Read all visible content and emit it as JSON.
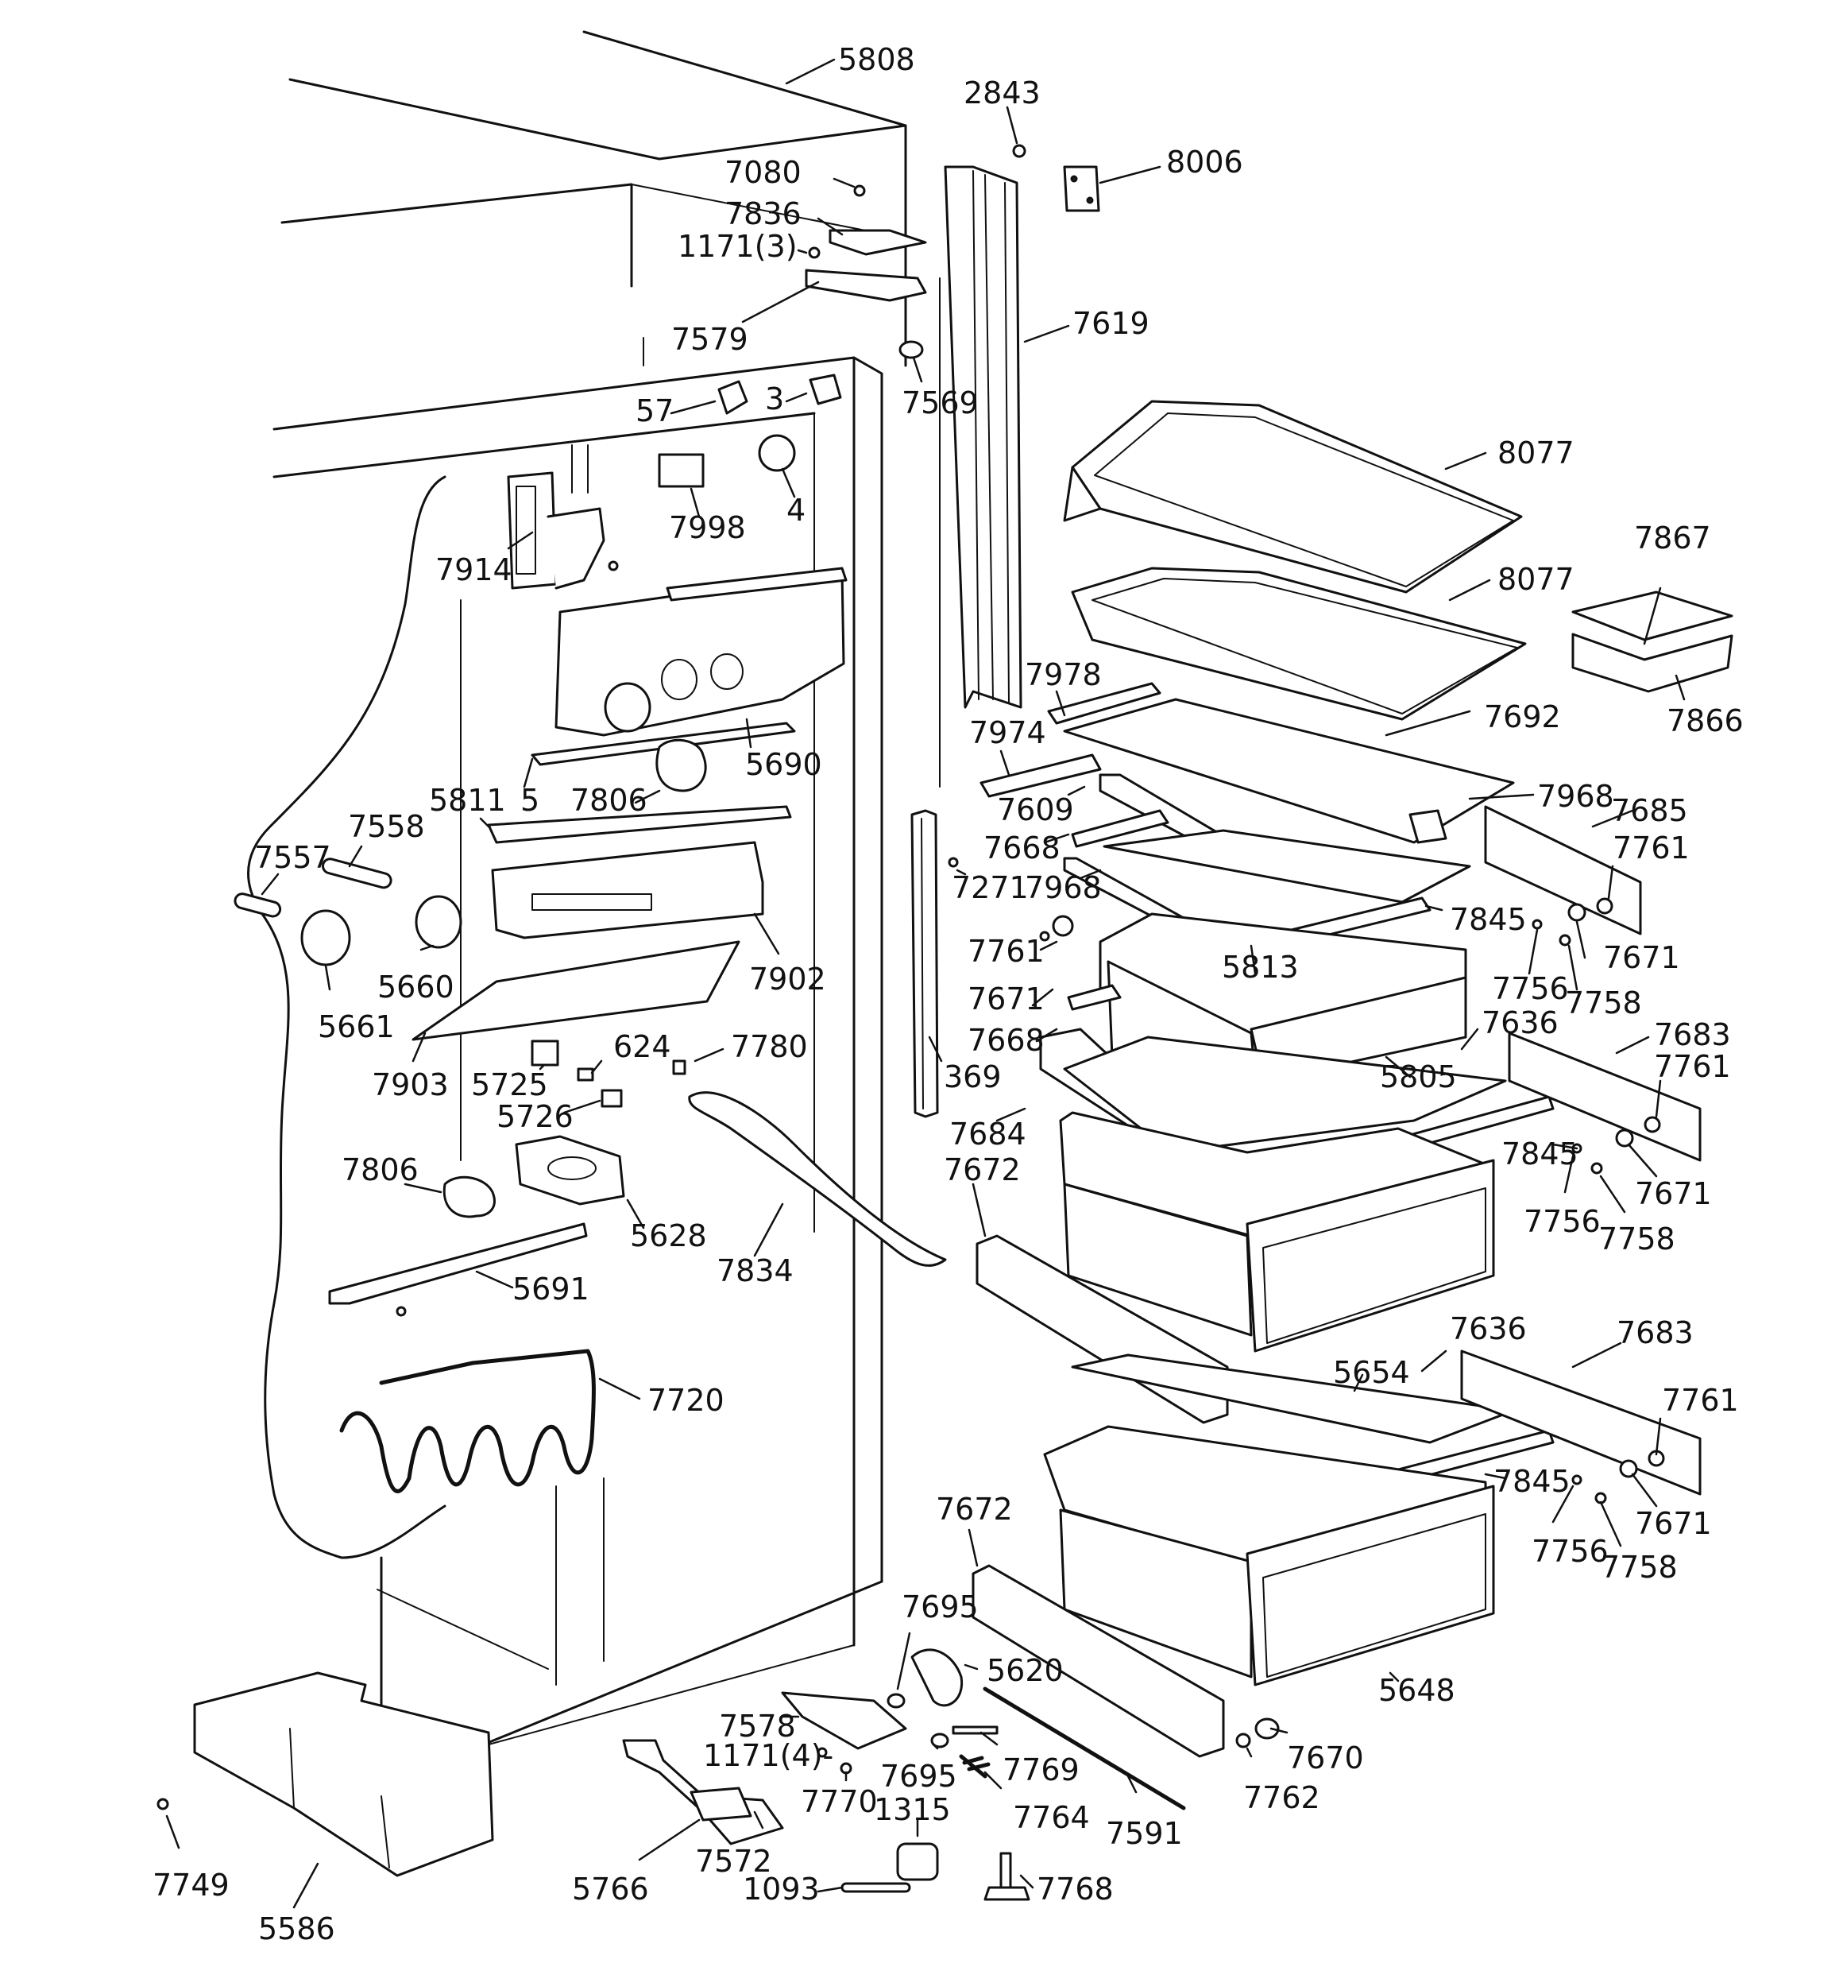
{
  "colors": {
    "line": "#111111",
    "background": "#ffffff"
  },
  "labels": [
    {
      "id": "5808",
      "text": "5808"
    },
    {
      "id": "2843",
      "text": "2843"
    },
    {
      "id": "8006",
      "text": "8006"
    },
    {
      "id": "7080",
      "text": "7080"
    },
    {
      "id": "7836",
      "text": "7836"
    },
    {
      "id": "1171-3",
      "text": "1171(3)"
    },
    {
      "id": "7579",
      "text": "7579"
    },
    {
      "id": "7619",
      "text": "7619"
    },
    {
      "id": "7569",
      "text": "7569"
    },
    {
      "id": "57",
      "text": "57"
    },
    {
      "id": "3",
      "text": "3"
    },
    {
      "id": "8077-a",
      "text": "8077"
    },
    {
      "id": "7998",
      "text": "7998"
    },
    {
      "id": "4",
      "text": "4"
    },
    {
      "id": "7914",
      "text": "7914"
    },
    {
      "id": "8077-b",
      "text": "8077"
    },
    {
      "id": "7867",
      "text": "7867"
    },
    {
      "id": "7866",
      "text": "7866"
    },
    {
      "id": "7978",
      "text": "7978"
    },
    {
      "id": "7692",
      "text": "7692"
    },
    {
      "id": "7974",
      "text": "7974"
    },
    {
      "id": "5690",
      "text": "5690"
    },
    {
      "id": "5811",
      "text": "5811"
    },
    {
      "id": "5",
      "text": "5"
    },
    {
      "id": "7806-a",
      "text": "7806"
    },
    {
      "id": "7609",
      "text": "7609"
    },
    {
      "id": "7968-a",
      "text": "7968"
    },
    {
      "id": "7685",
      "text": "7685"
    },
    {
      "id": "7558",
      "text": "7558"
    },
    {
      "id": "7668-a",
      "text": "7668"
    },
    {
      "id": "7761-a",
      "text": "7761"
    },
    {
      "id": "7557",
      "text": "7557"
    },
    {
      "id": "7271",
      "text": "7271"
    },
    {
      "id": "7968-b",
      "text": "7968"
    },
    {
      "id": "7845-a",
      "text": "7845"
    },
    {
      "id": "5660",
      "text": "5660"
    },
    {
      "id": "7902",
      "text": "7902"
    },
    {
      "id": "7761-b",
      "text": "7761"
    },
    {
      "id": "5813",
      "text": "5813"
    },
    {
      "id": "7756-a",
      "text": "7756"
    },
    {
      "id": "7671-a",
      "text": "7671"
    },
    {
      "id": "5661",
      "text": "5661"
    },
    {
      "id": "7671-b",
      "text": "7671"
    },
    {
      "id": "7758-a",
      "text": "7758"
    },
    {
      "id": "624",
      "text": "624"
    },
    {
      "id": "7780",
      "text": "7780"
    },
    {
      "id": "7668-b",
      "text": "7668"
    },
    {
      "id": "7636-a",
      "text": "7636"
    },
    {
      "id": "7683-a",
      "text": "7683"
    },
    {
      "id": "369",
      "text": "369"
    },
    {
      "id": "5805",
      "text": "5805"
    },
    {
      "id": "7761-c",
      "text": "7761"
    },
    {
      "id": "7903",
      "text": "7903"
    },
    {
      "id": "5725",
      "text": "5725"
    },
    {
      "id": "5726",
      "text": "5726"
    },
    {
      "id": "7684",
      "text": "7684"
    },
    {
      "id": "7845-b",
      "text": "7845"
    },
    {
      "id": "7672-a",
      "text": "7672"
    },
    {
      "id": "7806-b",
      "text": "7806"
    },
    {
      "id": "7671-c",
      "text": "7671"
    },
    {
      "id": "7756-b",
      "text": "7756"
    },
    {
      "id": "5628",
      "text": "5628"
    },
    {
      "id": "7758-b",
      "text": "7758"
    },
    {
      "id": "7834",
      "text": "7834"
    },
    {
      "id": "5691",
      "text": "5691"
    },
    {
      "id": "7636-b",
      "text": "7636"
    },
    {
      "id": "7683-b",
      "text": "7683"
    },
    {
      "id": "5654",
      "text": "5654"
    },
    {
      "id": "7761-d",
      "text": "7761"
    },
    {
      "id": "7720",
      "text": "7720"
    },
    {
      "id": "7845-c",
      "text": "7845"
    },
    {
      "id": "7671-d",
      "text": "7671"
    },
    {
      "id": "7672-b",
      "text": "7672"
    },
    {
      "id": "7756-c",
      "text": "7756"
    },
    {
      "id": "7758-c",
      "text": "7758"
    },
    {
      "id": "7695-a",
      "text": "7695"
    },
    {
      "id": "5620",
      "text": "5620"
    },
    {
      "id": "5648",
      "text": "5648"
    },
    {
      "id": "7578",
      "text": "7578"
    },
    {
      "id": "1171-4",
      "text": "1171(4)-"
    },
    {
      "id": "7670",
      "text": "7670"
    },
    {
      "id": "7695-b",
      "text": "7695"
    },
    {
      "id": "7769",
      "text": "7769"
    },
    {
      "id": "7770",
      "text": "7770"
    },
    {
      "id": "1315",
      "text": "1315"
    },
    {
      "id": "7762",
      "text": "7762"
    },
    {
      "id": "7764",
      "text": "7764"
    },
    {
      "id": "7591",
      "text": "7591"
    },
    {
      "id": "7572",
      "text": "7572"
    },
    {
      "id": "7749",
      "text": "7749"
    },
    {
      "id": "5766",
      "text": "5766"
    },
    {
      "id": "1093",
      "text": "1093"
    },
    {
      "id": "7768",
      "text": "7768"
    },
    {
      "id": "5586",
      "text": "5586"
    }
  ]
}
